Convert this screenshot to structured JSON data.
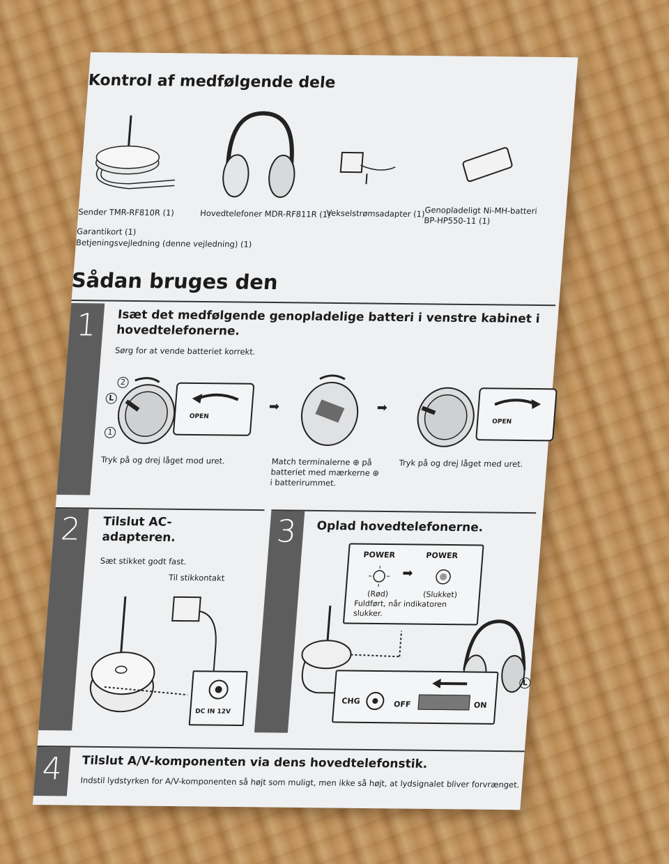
{
  "section1": {
    "title": "Kontrol af medfølgende dele",
    "items": {
      "sender": "Sender TMR-RF810R (1)",
      "headphones": "Hovedtelefoner MDR-RF811R (1)",
      "adapter": "Vekselstrømsadapter (1)",
      "battery_line1": "Genopladeligt Ni-MH-batteri",
      "battery_line2": "BP-HP550-11 (1)",
      "warranty": "Garantikort (1)",
      "manual": "Betjeningsvejledning (denne vejledning) (1)"
    }
  },
  "section2": {
    "title": "Sådan bruges den"
  },
  "step1": {
    "number": "1",
    "heading_line1": "Isæt det medfølgende genopladelige batteri i venstre kabinet i",
    "heading_line2": "hovedtelefonerne.",
    "sub": "Sørg for at vende batteriet korrekt.",
    "label_L": "L",
    "label_1": "1",
    "label_2": "2",
    "open_label": "OPEN",
    "cap_left": "Tryk på og drej låget mod uret.",
    "cap_mid_line1": "Match terminalerne ⊕ på",
    "cap_mid_line2": "batteriet med mærkerne ⊕",
    "cap_mid_line3": "i batterirummet.",
    "cap_right": "Tryk på og drej låget med uret."
  },
  "step2": {
    "number": "2",
    "heading_line1": "Tilslut AC-",
    "heading_line2": "adapteren.",
    "sub": "Sæt stikket godt fast.",
    "outlet": "Til stikkontakt",
    "dc_label": "DC IN  12V"
  },
  "step3": {
    "number": "3",
    "heading": "Oplad hovedtelefonerne.",
    "power_label": "POWER",
    "red": "(Rød)",
    "off_state": "(Slukket)",
    "note_line1": "Fuldført, når indikatoren",
    "note_line2": "slukker.",
    "chg": "CHG",
    "off": "OFF",
    "on": "ON",
    "label_L": "L"
  },
  "step4": {
    "number": "4",
    "heading": "Tilslut A/V-komponenten via dens hovedtelefonstik.",
    "sub": "Indstil lydstyrken for A/V-komponenten så højt som muligt, men ikke så højt, at lydsignalet bliver forvrænget."
  },
  "colors": {
    "paper": "#eef0f2",
    "bar": "#5d5d5d",
    "ink": "#1b1b1b",
    "table": "#b98a52"
  }
}
